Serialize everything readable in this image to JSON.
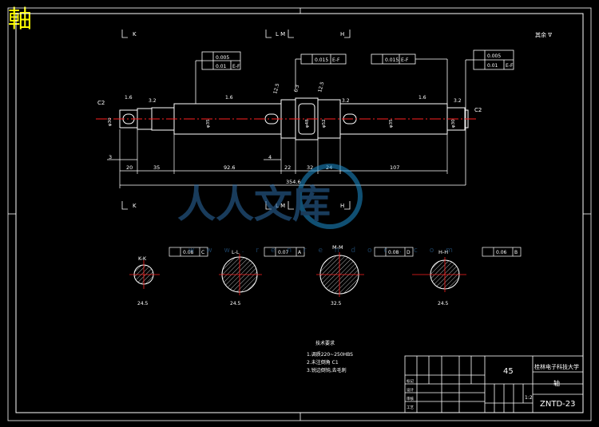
{
  "corner_title": "軸",
  "labels": {
    "top_k": "K",
    "top_lm": "L   M",
    "top_h": "H",
    "bot_k": "K",
    "bot_lm": "L   M",
    "bot_h": "H",
    "rest": "其余 ∇"
  },
  "tolerances": {
    "left_a": "0.005",
    "left_b": "0.01",
    "left_datum": "E-F",
    "mid1_value": "0.015",
    "mid1_datum": "E-F",
    "mid2_value": "0.015",
    "mid2_datum": "E-F",
    "right_a": "0.005",
    "right_b": "0.01",
    "right_datum": "E-F"
  },
  "shaft": {
    "diameters": [
      "φ30",
      "φ35",
      "φ48",
      "φ52",
      "φ35",
      "φ30"
    ],
    "chamfer_left": "C2",
    "chamfer_right": "C2"
  },
  "dimensions": {
    "values": [
      "3",
      "20",
      "35",
      "92.6",
      "4",
      "22",
      "32",
      "24",
      "107",
      "354.6"
    ]
  },
  "roughness": [
    "1.6",
    "3.2",
    "1.6",
    "12.5",
    "6.3",
    "12.5",
    "3.2",
    "1.6",
    "3.2"
  ],
  "sections": [
    {
      "name": "K-K",
      "tol": "0.08",
      "datum": "C",
      "width": "24.5"
    },
    {
      "name": "L-L",
      "tol": "0.07",
      "datum": "A",
      "width": "24.5"
    },
    {
      "name": "M-M",
      "tol": "0.08",
      "datum": "D",
      "width": "32.5"
    },
    {
      "name": "H-H",
      "tol": "0.06",
      "datum": "B",
      "width": "24.5"
    }
  ],
  "watermark": {
    "text": "人人文库",
    "url": "w w w . r e n r e n d o c . c o m"
  },
  "notes": {
    "title": "技术要求",
    "items": [
      "1.调质220~250HBS",
      "2.未注倒角 C1",
      "3.锐边倒钝,去毛刺"
    ]
  },
  "title_block": {
    "material": "45",
    "school": "桂林电子科技大学",
    "part_name": "轴",
    "drawing_no": "ZNTD-23",
    "scale": "1:2",
    "row_labels": [
      "标记",
      "设计",
      "审核",
      "工艺"
    ]
  }
}
